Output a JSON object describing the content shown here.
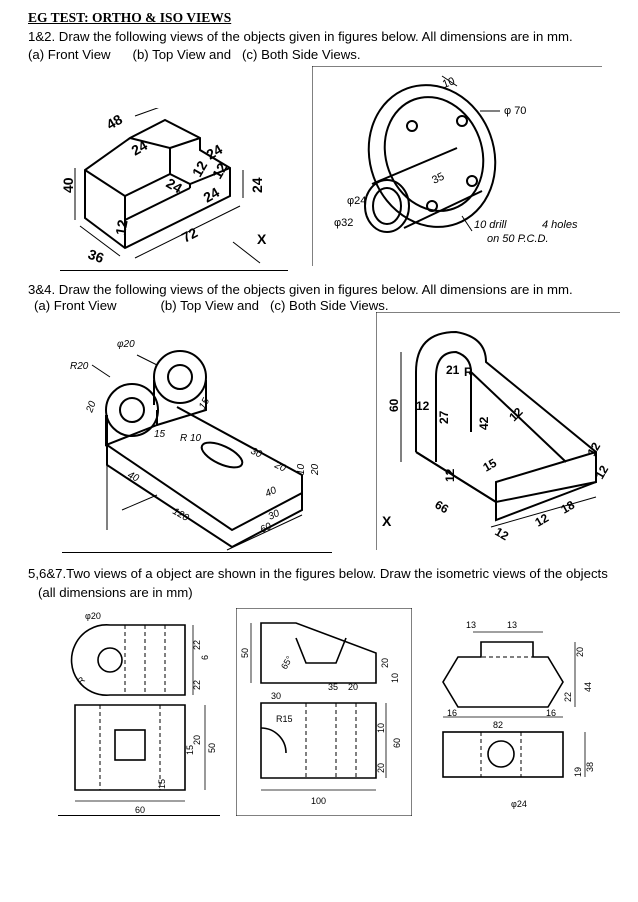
{
  "title": "EG TEST: ORTHO & ISO VIEWS",
  "q12": {
    "line1": "1&2. Draw the following views of the objects given in figures below. All dimensions are in mm.",
    "line2": "(a) Front View      (b) Top View and   (c) Both Side Views.",
    "fig1": {
      "dims": [
        "48",
        "24",
        "24",
        "24",
        "12",
        "24",
        "12",
        "40",
        "24",
        "12",
        "72",
        "36"
      ],
      "x_label": "X"
    },
    "fig2": {
      "dims": [
        "10",
        "φ 70",
        "35",
        "φ24",
        "φ32"
      ],
      "note_left": "10 drill",
      "note_right": "4 holes",
      "note_line2": "on  50  P.C.D."
    }
  },
  "q34": {
    "line1": "3&4. Draw the following views of the objects given in figures below. All dimensions are in mm.",
    "line2": "(a) Front View            (b) Top View and   (c) Both Side Views.",
    "fig3": {
      "dims": [
        "φ20",
        "R20",
        "20",
        "15",
        "15",
        "R 10",
        "30",
        "20",
        "10",
        "20",
        "40",
        "40",
        "120",
        "30",
        "60"
      ]
    },
    "fig4": {
      "dims": [
        "21",
        "R",
        "60",
        "12",
        "27",
        "42",
        "12",
        "12",
        "15",
        "12",
        "12",
        "66",
        "12",
        "12",
        "18"
      ],
      "x_label": "X"
    }
  },
  "q567": {
    "line1": "5,6&7.Two views of a object are shown in the figures below. Draw the isometric views of the objects",
    "line2": "(all dimensions are in mm)",
    "fig5": {
      "dims": [
        "φ20",
        "R",
        "22",
        "6",
        "22",
        "15",
        "20",
        "50",
        "15",
        "60"
      ]
    },
    "fig6": {
      "dims": [
        "50",
        "65°",
        "35",
        "20",
        "20",
        "10",
        "30",
        "R15",
        "10",
        "60",
        "20",
        "100"
      ]
    },
    "fig7": {
      "dims": [
        "13",
        "13",
        "20",
        "22",
        "44",
        "16",
        "82",
        "16",
        "19",
        "38",
        "φ24"
      ]
    }
  }
}
